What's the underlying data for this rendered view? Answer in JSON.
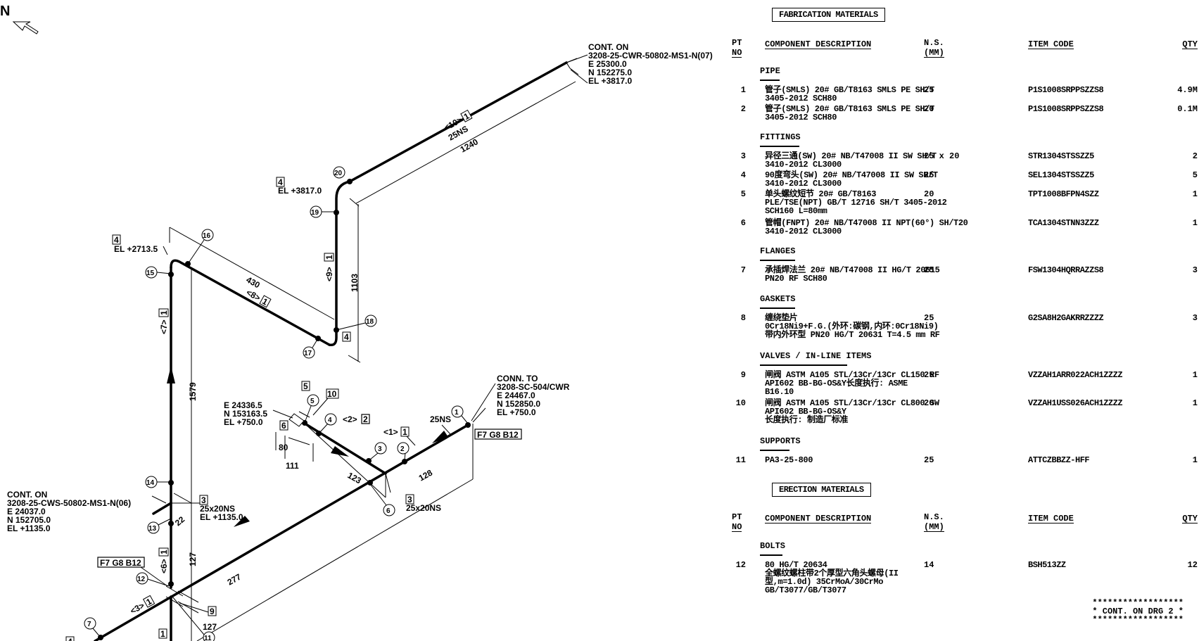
{
  "north": {
    "label": "N",
    "icon": "north-arrow-icon"
  },
  "drawing": {
    "cont_on_top": [
      "CONT. ON",
      "3208-25-CWR-50802-MS1-N(07)",
      "E 25300.0",
      "N 152275.0",
      "EL +3817.0"
    ],
    "cont_on_left": [
      "CONT. ON",
      "3208-25-CWS-50802-MS1-N(06)",
      "E 24037.0",
      "N 152705.0",
      "EL +1135.0"
    ],
    "conn_to": [
      "CONN. TO",
      "3208-SC-504/CWR",
      "E 24467.0",
      "N 152850.0",
      "EL +750.0"
    ],
    "coord_valve": [
      "E 24336.5",
      "N 153163.5",
      "EL +750.0"
    ],
    "el_3817": "EL +3817.0",
    "el_2713": "EL +2713.5",
    "el_1135": "EL +1135.0",
    "size_25x20_a": "25x20NS",
    "size_25x20_b": "25x20NS",
    "ns_25_top": "25NS",
    "ns_25_right": "25NS",
    "flange_tag_right": "F7 G8 B12",
    "flange_tag_left": "F7 G8 B12",
    "segments": [
      "<1>",
      "<2>",
      "<3>",
      "<6>",
      "<7>",
      "<8>",
      "<9>",
      "<10>"
    ],
    "dims": {
      "d1240": "1240",
      "d1103": "1103",
      "d430": "430",
      "d1579": "1579",
      "d127a": "127",
      "d127b": "127",
      "d277": "277",
      "d128": "128",
      "d123": "123",
      "d111": "111",
      "d80": "80",
      "d22": "22"
    },
    "boxes": {
      "b1": "1",
      "b2": "2",
      "b3": "3",
      "b4": "4",
      "b5": "5",
      "b6": "6",
      "b9": "9",
      "b10": "10"
    },
    "bubbles": [
      "1",
      "2",
      "3",
      "4",
      "5",
      "6",
      "7",
      "11",
      "12",
      "13",
      "14",
      "15",
      "16",
      "17",
      "18",
      "19",
      "20"
    ]
  },
  "fabrication": {
    "title": "FABRICATION MATERIALS",
    "headers": {
      "pt": "PT",
      "no": "NO",
      "desc": "COMPONENT DESCRIPTION",
      "ns1": "N.S.",
      "ns2": "(MM)",
      "code": "ITEM CODE",
      "qty": "QTY"
    },
    "groups": [
      {
        "name": "PIPE",
        "items": [
          {
            "pt": "1",
            "desc": "管子(SMLS) 20# GB/T8163 SMLS PE SH/T\n3405-2012 SCH80",
            "ns": "25",
            "code": "P1S1008SRPPSZZS8",
            "qty": "4.9M"
          },
          {
            "pt": "2",
            "desc": "管子(SMLS) 20# GB/T8163 SMLS PE SH/T\n3405-2012 SCH80",
            "ns": "20",
            "code": "P1S1008SRPPSZZS8",
            "qty": "0.1M"
          }
        ]
      },
      {
        "name": "FITTINGS",
        "items": [
          {
            "pt": "3",
            "desc": "异径三通(SW) 20# NB/T47008 II SW SH/T\n3410-2012 CL3000",
            "ns": "25 x 20",
            "code": "STR1304STSSZZ5",
            "qty": "2"
          },
          {
            "pt": "4",
            "desc": "90度弯头(SW) 20# NB/T47008 II SW SH/T\n3410-2012 CL3000",
            "ns": "25",
            "code": "SEL1304STSSZZ5",
            "qty": "5"
          },
          {
            "pt": "5",
            "desc": "单头螺纹短节 20# GB/T8163\nPLE/TSE(NPT) GB/T 12716 SH/T 3405-2012\nSCH160 L=80mm",
            "ns": "20",
            "code": "TPT1008BFPN4SZZ",
            "qty": "1"
          },
          {
            "pt": "6",
            "desc": "管帽(FNPT) 20# NB/T47008 II NPT(60°) SH/T20\n3410-2012 CL3000",
            "ns": "",
            "code": "TCA1304STNN3ZZZ",
            "qty": "1"
          }
        ]
      },
      {
        "name": "FLANGES",
        "items": [
          {
            "pt": "7",
            "desc": "承插焊法兰 20# NB/T47008 II HG/T 20615\nPN20 RF SCH80",
            "ns": "25",
            "code": "FSW1304HQRRAZZS8",
            "qty": "3"
          }
        ]
      },
      {
        "name": "GASKETS",
        "items": [
          {
            "pt": "8",
            "desc": "缠绕垫片\n0Cr18Ni9+F.G.(外环:碳钢,内环:0Cr18Ni9)\n带内外环型 PN20 HG/T 20631 T=4.5 mm RF",
            "ns": "25",
            "code": "G2SA8H2GAKRRZZZZ",
            "qty": "3"
          }
        ]
      },
      {
        "name": "VALVES / IN-LINE ITEMS",
        "items": [
          {
            "pt": "9",
            "desc": "闸阀 ASTM A105 STL/13Cr/13Cr CL150 RF\nAPI602 BB-BG-OS&Y长度执行: ASME\nB16.10",
            "ns": "25",
            "code": "VZZAH1ARR022ACH1ZZZZ",
            "qty": "1"
          },
          {
            "pt": "10",
            "desc": "闸阀 ASTM A105 STL/13Cr/13Cr CL800 SW\nAPI602 BB-BG-OS&Y\n长度执行: 制造厂标准",
            "ns": "20",
            "code": "VZZAH1USS026ACH1ZZZZ",
            "qty": "1"
          }
        ]
      },
      {
        "name": "SUPPORTS",
        "items": [
          {
            "pt": "11",
            "desc": "PA3-25-800",
            "ns": "25",
            "code": "ATTCZBBZZ-HFF",
            "qty": "1"
          }
        ]
      }
    ]
  },
  "erection": {
    "title": "ERECTION MATERIALS",
    "headers": {
      "pt": "PT",
      "no": "NO",
      "desc": "COMPONENT DESCRIPTION",
      "ns1": "N.S.",
      "ns2": "(MM)",
      "code": "ITEM CODE",
      "qty": "QTY"
    },
    "groups": [
      {
        "name": "BOLTS",
        "items": [
          {
            "pt": "12",
            "desc": "80 HG/T 20634\n全螺纹螺柱带2个厚型六角头螺母(II\n型,m=1.0d) 35CrMoA/30CrMo\nGB/T3077/GB/T3077",
            "ns": "14",
            "code": "BSH513ZZ",
            "qty": "12"
          }
        ]
      }
    ]
  },
  "continuation": "******************\n* CONT. ON DRG 2 *\n******************"
}
